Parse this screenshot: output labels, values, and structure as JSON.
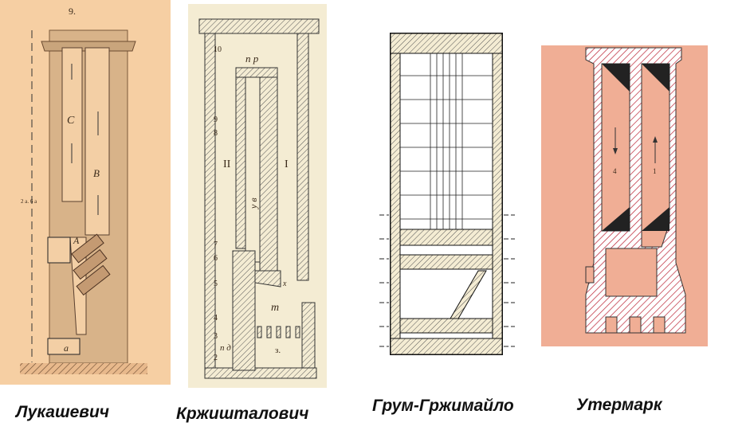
{
  "captions": [
    "Лукашевич",
    "Кржишталович",
    "Грум-Гржимайло",
    "Утермарк"
  ],
  "panel1": {
    "figure_number": "9.",
    "height_label": "2 a. 6 a",
    "labels": [
      "C",
      "B",
      "A",
      "a"
    ]
  },
  "panel2": {
    "labels": [
      "10",
      "9",
      "8",
      "7",
      "6",
      "5",
      "4",
      "3",
      "2",
      "n p",
      "II",
      "I",
      "y в",
      "x",
      "m",
      "n д",
      "з."
    ]
  },
  "panel4": {
    "labels": [
      "4",
      "1"
    ]
  },
  "colors": {
    "panel1_bg": "#f6cfa3",
    "panel2_bg": "#f4ecd3",
    "panel4_bg": "#f0ae95"
  }
}
